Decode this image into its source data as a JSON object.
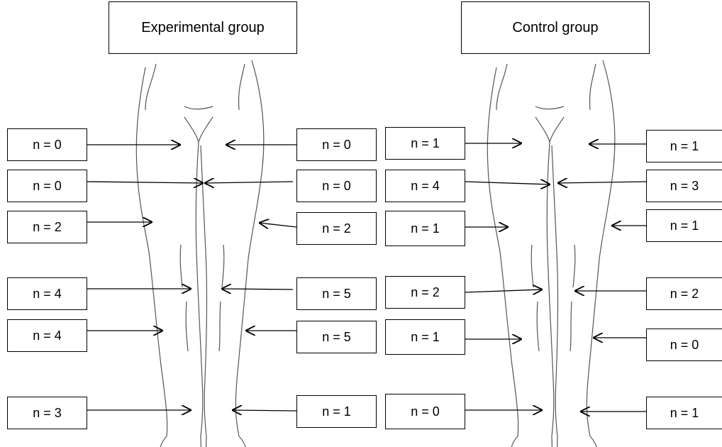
{
  "groups": [
    {
      "title": "Experimental group",
      "left_labels": [
        "n = 0",
        "n = 0",
        "n = 2",
        "n = 4",
        "n = 4",
        "n = 3"
      ],
      "right_labels": [
        "n = 0",
        "n = 0",
        "n = 2",
        "n = 5",
        "n = 5",
        "n = 1"
      ]
    },
    {
      "title": "Control group",
      "left_labels": [
        "n = 1",
        "n = 4",
        "n = 1",
        "n = 2",
        "n = 1",
        "n = 0"
      ],
      "right_labels": [
        "n = 1",
        "n = 3",
        "n = 1",
        "n = 2",
        "n = 0",
        "n = 1"
      ]
    }
  ]
}
